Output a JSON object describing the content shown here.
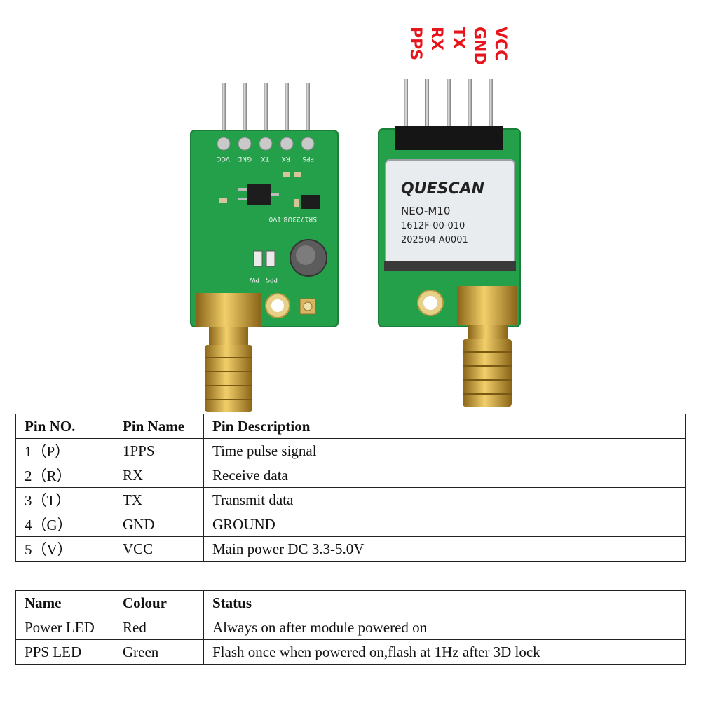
{
  "photo": {
    "pin_labels": [
      "PPS",
      "RX",
      "TX",
      "GND",
      "VCC"
    ],
    "left_board": {
      "silk_pins": [
        "PPS",
        "RX",
        "TX",
        "GND",
        "VCC"
      ],
      "silk_code": "SR1723UB-1V0",
      "silk_leds": [
        "PPS",
        "PW"
      ]
    },
    "right_board": {
      "brand": "QUESCAN",
      "model": "NEO-M10",
      "line1": "1612F-00-010",
      "line2": "202504 A0001"
    },
    "colors": {
      "pcb": "#23a049",
      "label_red": "#e8141c",
      "gold": "#d7a63a"
    }
  },
  "pin_table": {
    "headers": [
      "Pin NO.",
      "Pin Name",
      "Pin Description"
    ],
    "rows": [
      [
        "1（P）",
        "1PPS",
        "Time pulse signal"
      ],
      [
        "2（R）",
        "RX",
        "Receive data"
      ],
      [
        "3（T）",
        "TX",
        "Transmit data"
      ],
      [
        "4（G）",
        "GND",
        "GROUND"
      ],
      [
        "5（V）",
        "VCC",
        "Main power DC 3.3-5.0V"
      ]
    ]
  },
  "led_table": {
    "headers": [
      "Name",
      "Colour",
      "Status"
    ],
    "rows": [
      [
        "Power LED",
        "Red",
        "Always on after module powered on"
      ],
      [
        "PPS LED",
        "Green",
        "Flash once when powered on,flash at 1Hz after 3D lock"
      ]
    ]
  }
}
